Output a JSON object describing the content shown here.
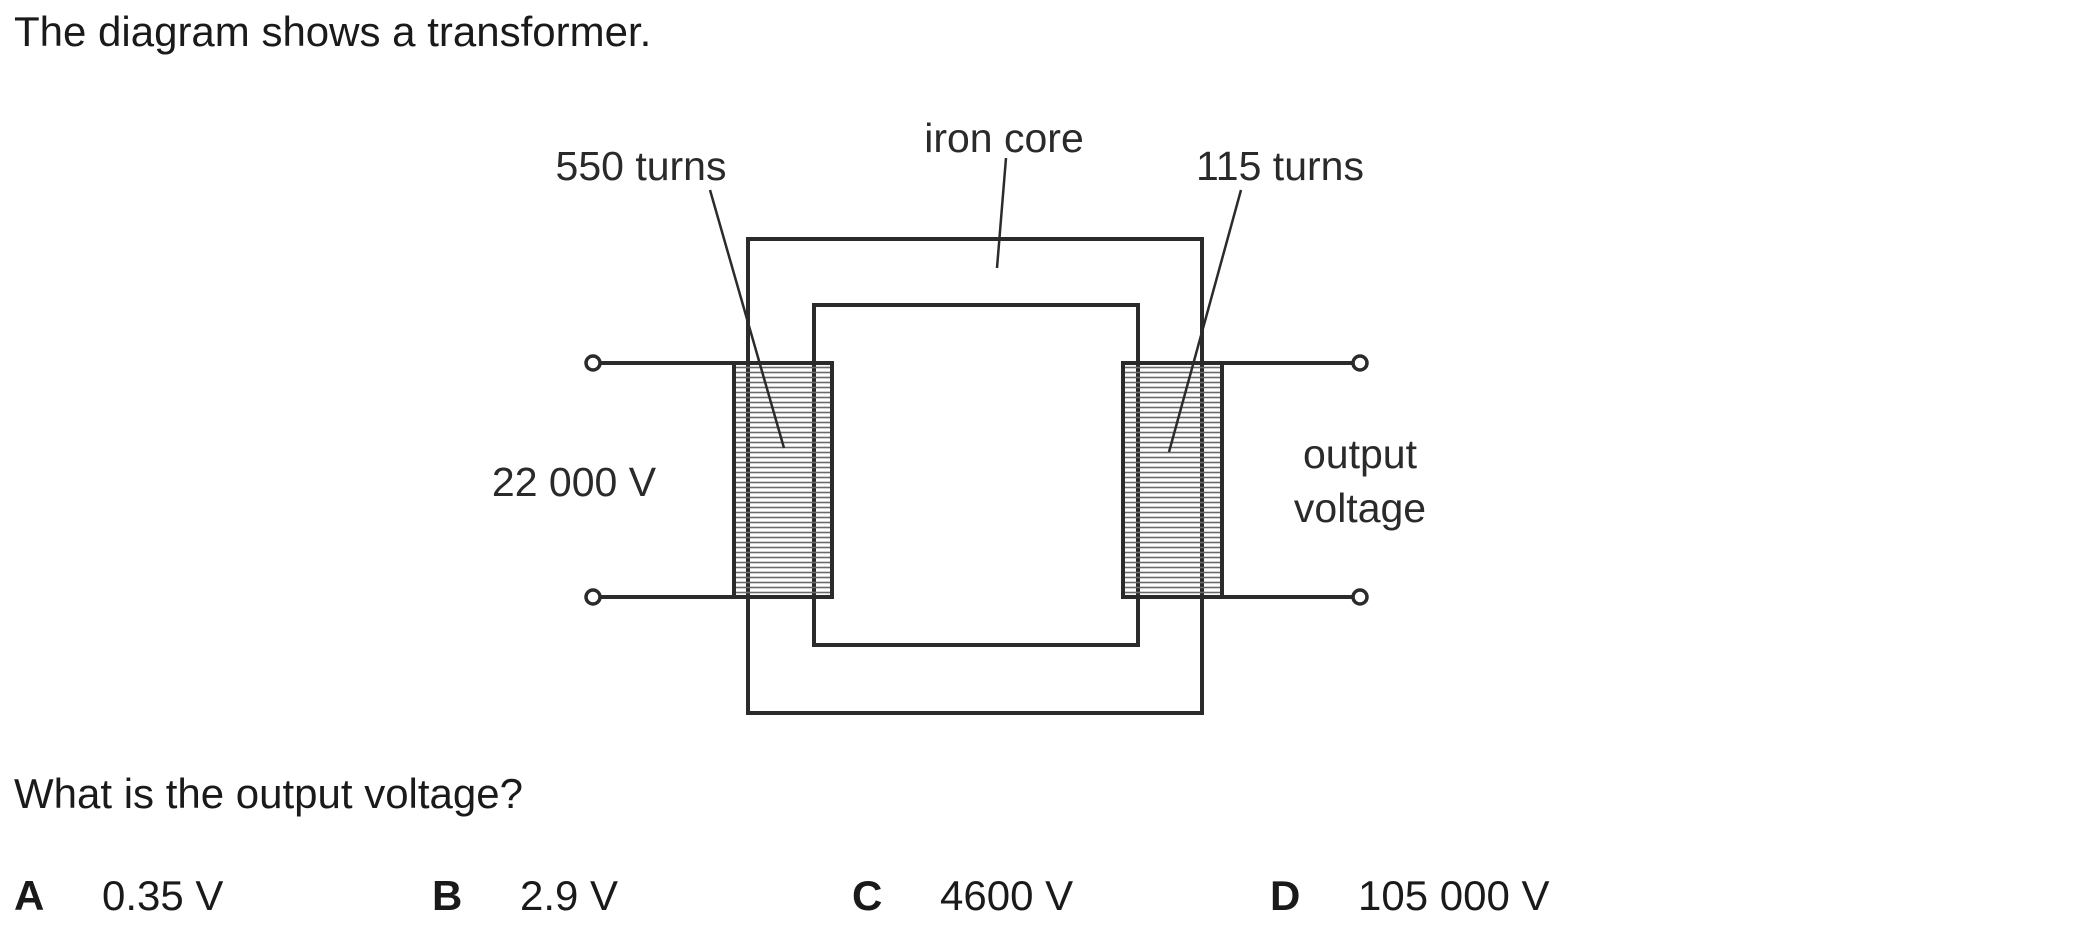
{
  "question": {
    "intro": "The diagram shows a transformer.",
    "prompt": "What is the output voltage?"
  },
  "diagram": {
    "labels": {
      "primary_turns": "550 turns",
      "core": "iron core",
      "secondary_turns": "115 turns",
      "input_voltage": "22 000 V",
      "output_line1": "output",
      "output_line2": "voltage"
    }
  },
  "options": [
    {
      "letter": "A",
      "value": "0.35 V"
    },
    {
      "letter": "B",
      "value": "2.9 V"
    },
    {
      "letter": "C",
      "value": "4600 V"
    },
    {
      "letter": "D",
      "value": "105 000 V"
    }
  ],
  "colors": {
    "line": "#2b2b2b",
    "coil_hatch": "#555555"
  }
}
